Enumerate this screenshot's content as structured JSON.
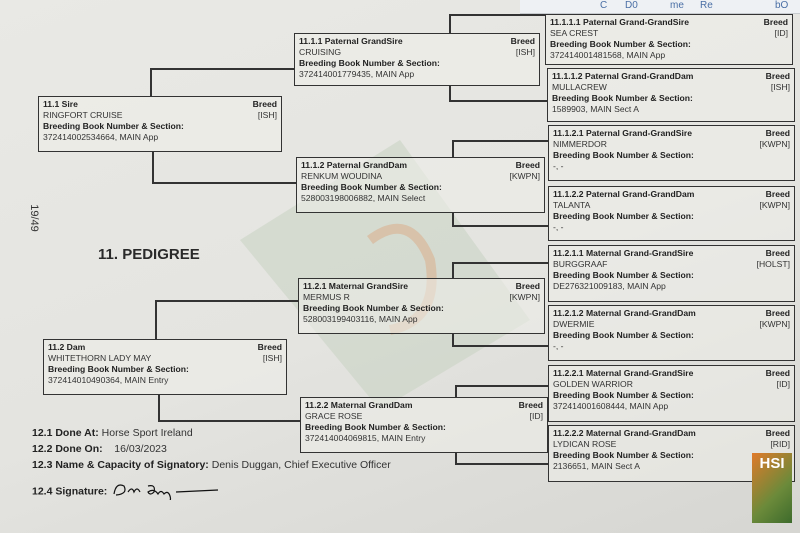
{
  "page_number": "19/49",
  "section_title": "11. PEDIGREE",
  "torn_paper_fragments": [
    "C",
    "D0",
    "me",
    "Re",
    "bO"
  ],
  "labels": {
    "breed": "Breed",
    "bbn": "Breeding Book Number & Section:"
  },
  "pedigree": {
    "sire": {
      "role": "11.1 Sire",
      "name": "RINGFORT CRUISE",
      "breed": "[ISH]",
      "number": "372414002534664, MAIN App"
    },
    "dam": {
      "role": "11.2 Dam",
      "name": "WHITETHORN LADY MAY",
      "breed": "[ISH]",
      "number": "372414010490364, MAIN Entry"
    },
    "pgs": {
      "role": "11.1.1 Paternal GrandSire",
      "name": "CRUISING",
      "breed": "[ISH]",
      "number": "372414001779435, MAIN App"
    },
    "pgd": {
      "role": "11.1.2 Paternal GrandDam",
      "name": "RENKUM WOUDINA",
      "breed": "[KWPN]",
      "number": "528003198006882, MAIN Select"
    },
    "mgs": {
      "role": "11.2.1 Maternal GrandSire",
      "name": "MERMUS R",
      "breed": "[KWPN]",
      "number": "528003199403116, MAIN App"
    },
    "mgd": {
      "role": "11.2.2 Maternal GrandDam",
      "name": "GRACE ROSE",
      "breed": "[ID]",
      "number": "372414004069815, MAIN Entry"
    },
    "g1111": {
      "role": "11.1.1.1 Paternal Grand-GrandSire",
      "name": "SEA CREST",
      "breed": "[ID]",
      "number": "372414001481568, MAIN App"
    },
    "g1112": {
      "role": "11.1.1.2 Paternal Grand-GrandDam",
      "name": "MULLACREW",
      "breed": "[ISH]",
      "number": "1589903, MAIN Sect A"
    },
    "g1121": {
      "role": "11.1.2.1 Paternal Grand-GrandSire",
      "name": "NIMMERDOR",
      "breed": "[KWPN]",
      "number": "-, -"
    },
    "g1122": {
      "role": "11.1.2.2 Paternal Grand-GrandDam",
      "name": "TALANTA",
      "breed": "[KWPN]",
      "number": "-, -"
    },
    "g1211": {
      "role": "11.2.1.1 Maternal Grand-GrandSire",
      "name": "BURGGRAAF",
      "breed": "[HOLST]",
      "number": "DE276321009183, MAIN App"
    },
    "g1212": {
      "role": "11.2.1.2 Maternal Grand-GrandDam",
      "name": "DWERMIE",
      "breed": "[KWPN]",
      "number": "-, -"
    },
    "g1221": {
      "role": "11.2.2.1 Maternal Grand-GrandSire",
      "name": "GOLDEN WARRIOR",
      "breed": "[ID]",
      "number": "372414001608444, MAIN App"
    },
    "g1222": {
      "role": "11.2.2.2 Maternal Grand-GrandDam",
      "name": "LYDICAN ROSE",
      "breed": "[RID]",
      "number": "2136651, MAIN Sect A"
    }
  },
  "footer": {
    "done_at_label": "12.1 Done At:",
    "done_at": "Horse Sport Ireland",
    "done_on_label": "12.2 Done On:",
    "done_on": "16/03/2023",
    "signatory_label": "12.3 Name & Capacity of Signatory:",
    "signatory": "Denis Duggan, Chief Executive Officer",
    "signature_label": "12.4 Signature:",
    "signature": "Denis Duggan"
  },
  "logo_text": "HSI"
}
